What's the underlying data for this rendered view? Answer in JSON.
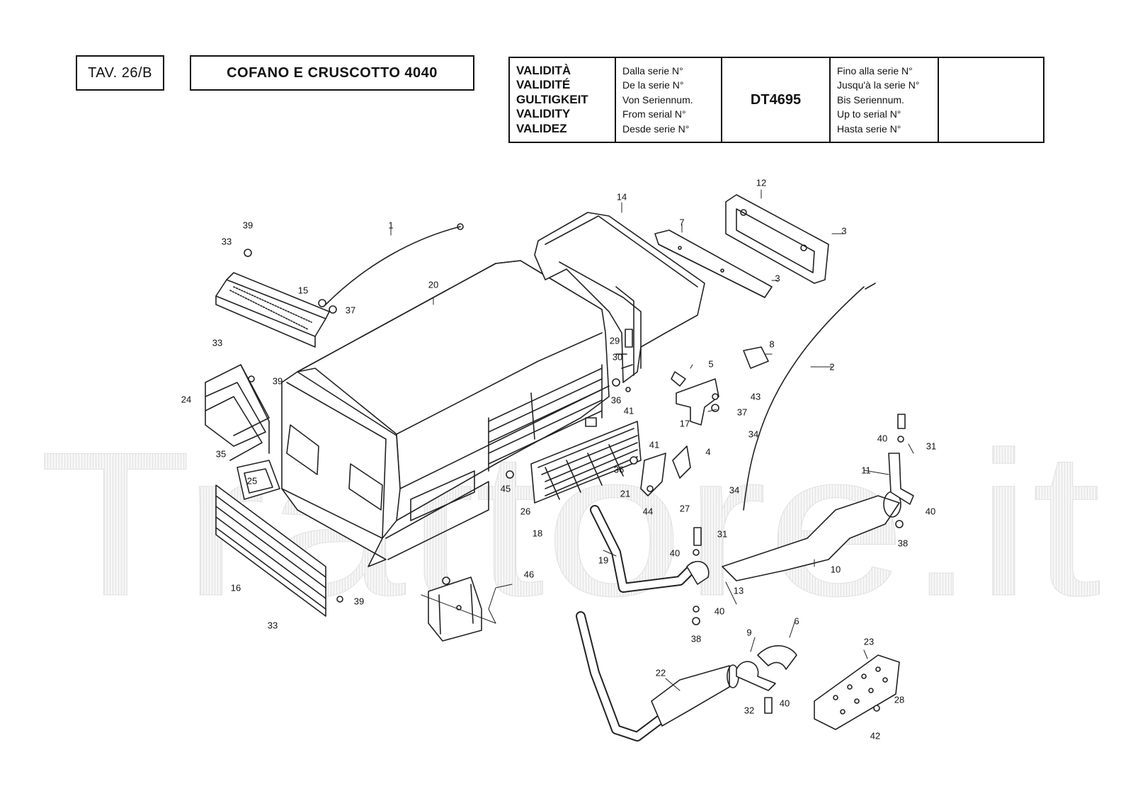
{
  "header": {
    "tav": "TAV. 26/B",
    "title": "COFANO E CRUSCOTTO 4040"
  },
  "validity": {
    "labels": [
      "VALIDITÀ",
      "VALIDITÉ",
      "GULTIGKEIT",
      "VALIDITY",
      "VALIDEZ"
    ],
    "from_labels": [
      "Dalla serie N°",
      "De la serie N°",
      "Von Seriennum.",
      "From serial N°",
      "Desde serie N°"
    ],
    "serial": "DT4695",
    "to_labels": [
      "Fino alla serie N°",
      "Jusqu'à la serie N°",
      "Bis Seriennum.",
      "Up to serial N°",
      "Hasta serie N°"
    ]
  },
  "watermark": "Trattore.it",
  "callouts": [
    {
      "n": "1"
    },
    {
      "n": "2"
    },
    {
      "n": "3"
    },
    {
      "n": "3"
    },
    {
      "n": "4"
    },
    {
      "n": "5"
    },
    {
      "n": "6"
    },
    {
      "n": "7"
    },
    {
      "n": "8"
    },
    {
      "n": "9"
    },
    {
      "n": "10"
    },
    {
      "n": "11"
    },
    {
      "n": "12"
    },
    {
      "n": "13"
    },
    {
      "n": "14"
    },
    {
      "n": "15"
    },
    {
      "n": "16"
    },
    {
      "n": "17"
    },
    {
      "n": "18"
    },
    {
      "n": "19"
    },
    {
      "n": "20"
    },
    {
      "n": "21"
    },
    {
      "n": "22"
    },
    {
      "n": "23"
    },
    {
      "n": "24"
    },
    {
      "n": "25"
    },
    {
      "n": "26"
    },
    {
      "n": "27"
    },
    {
      "n": "28"
    },
    {
      "n": "29"
    },
    {
      "n": "30"
    },
    {
      "n": "31"
    },
    {
      "n": "31"
    },
    {
      "n": "32"
    },
    {
      "n": "33"
    },
    {
      "n": "33"
    },
    {
      "n": "33"
    },
    {
      "n": "34"
    },
    {
      "n": "34"
    },
    {
      "n": "35"
    },
    {
      "n": "36"
    },
    {
      "n": "36"
    },
    {
      "n": "37"
    },
    {
      "n": "37"
    },
    {
      "n": "38"
    },
    {
      "n": "38"
    },
    {
      "n": "39"
    },
    {
      "n": "39"
    },
    {
      "n": "39"
    },
    {
      "n": "40"
    },
    {
      "n": "40"
    },
    {
      "n": "40"
    },
    {
      "n": "40"
    },
    {
      "n": "40"
    },
    {
      "n": "41"
    },
    {
      "n": "41"
    },
    {
      "n": "42"
    },
    {
      "n": "43"
    },
    {
      "n": "44"
    },
    {
      "n": "45"
    },
    {
      "n": "46"
    }
  ]
}
